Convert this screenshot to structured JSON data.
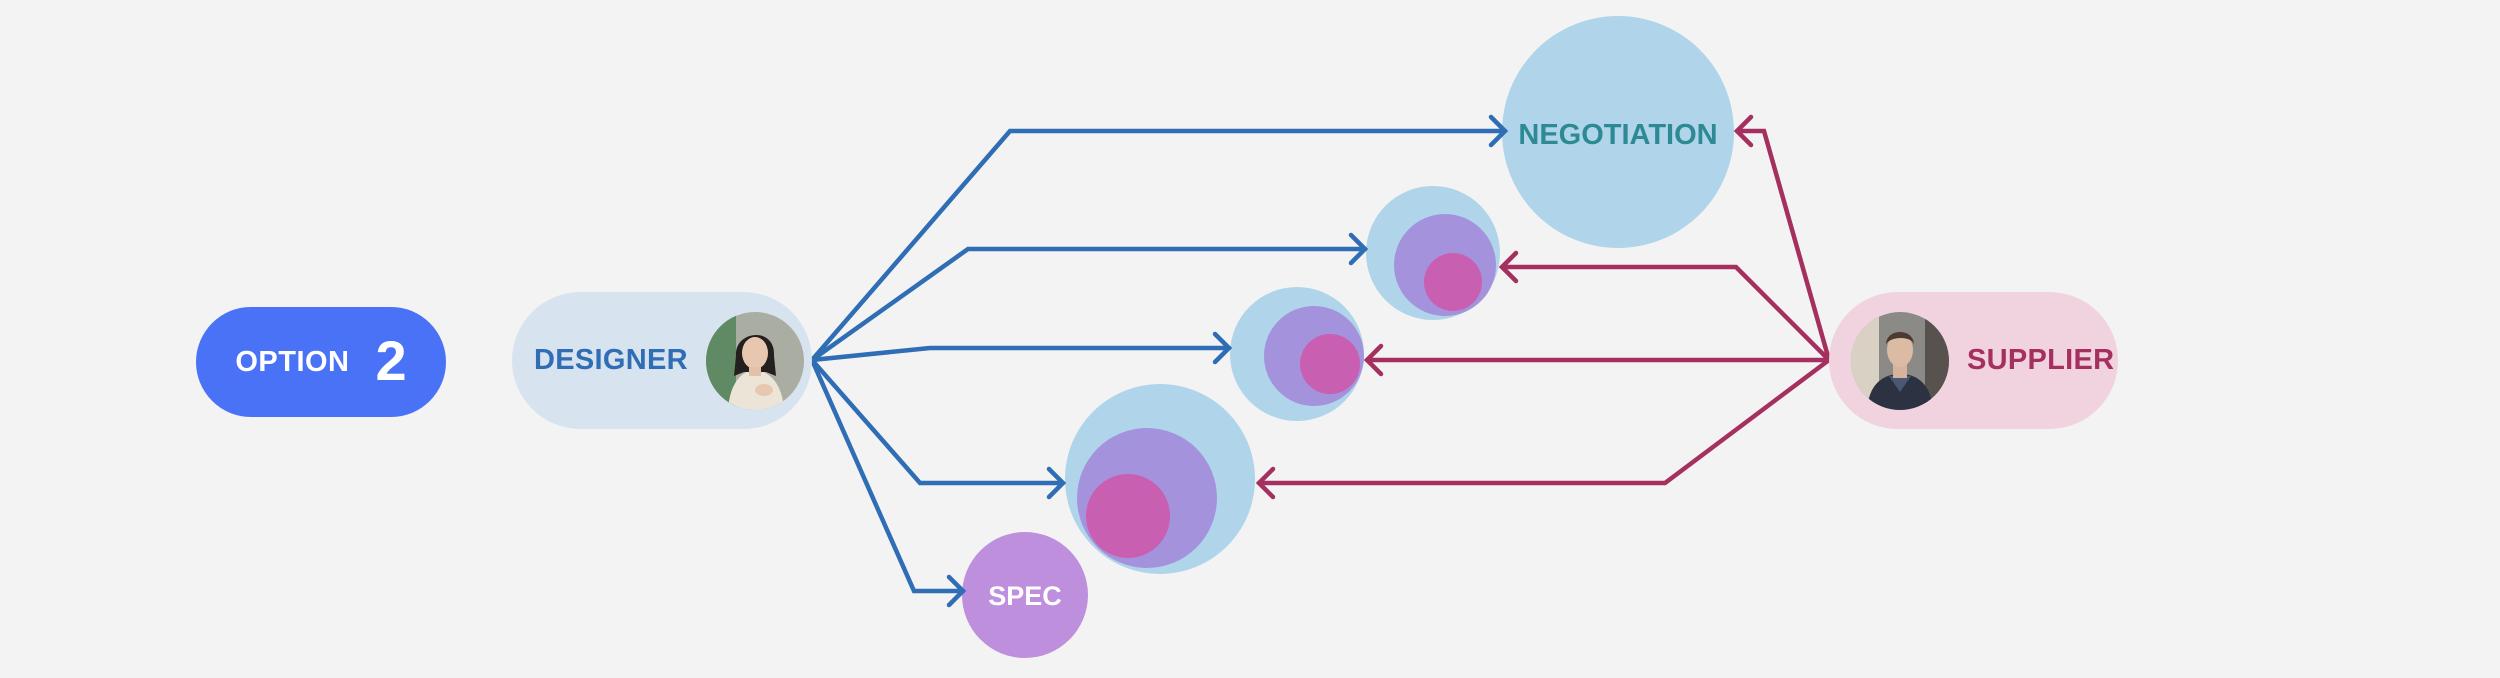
{
  "option": {
    "label": "OPTION",
    "number": "2"
  },
  "designer": {
    "label": "DESIGNER",
    "avatar_icon": "woman-portrait-photo"
  },
  "supplier": {
    "label": "SUPPLIER",
    "avatar_icon": "man-portrait-photo"
  },
  "nodes": {
    "negotiation": {
      "label": "NEGOTIATION"
    },
    "spec": {
      "label": "SPEC"
    }
  },
  "colors": {
    "background": "#f3f3f3",
    "option_fill": "#4a72f7",
    "designer_color": "#2f6db5",
    "designer_pill": "#d7e3ef",
    "supplier_color": "#a5305f",
    "supplier_pill": "#f0d3df",
    "outer_circle": "#b0d5ea",
    "middle_circle": "#a592dc",
    "inner_circle": "#c85fb0",
    "spec_circle": "#bd8fdd",
    "negotiation_text": "#2d8a94"
  }
}
